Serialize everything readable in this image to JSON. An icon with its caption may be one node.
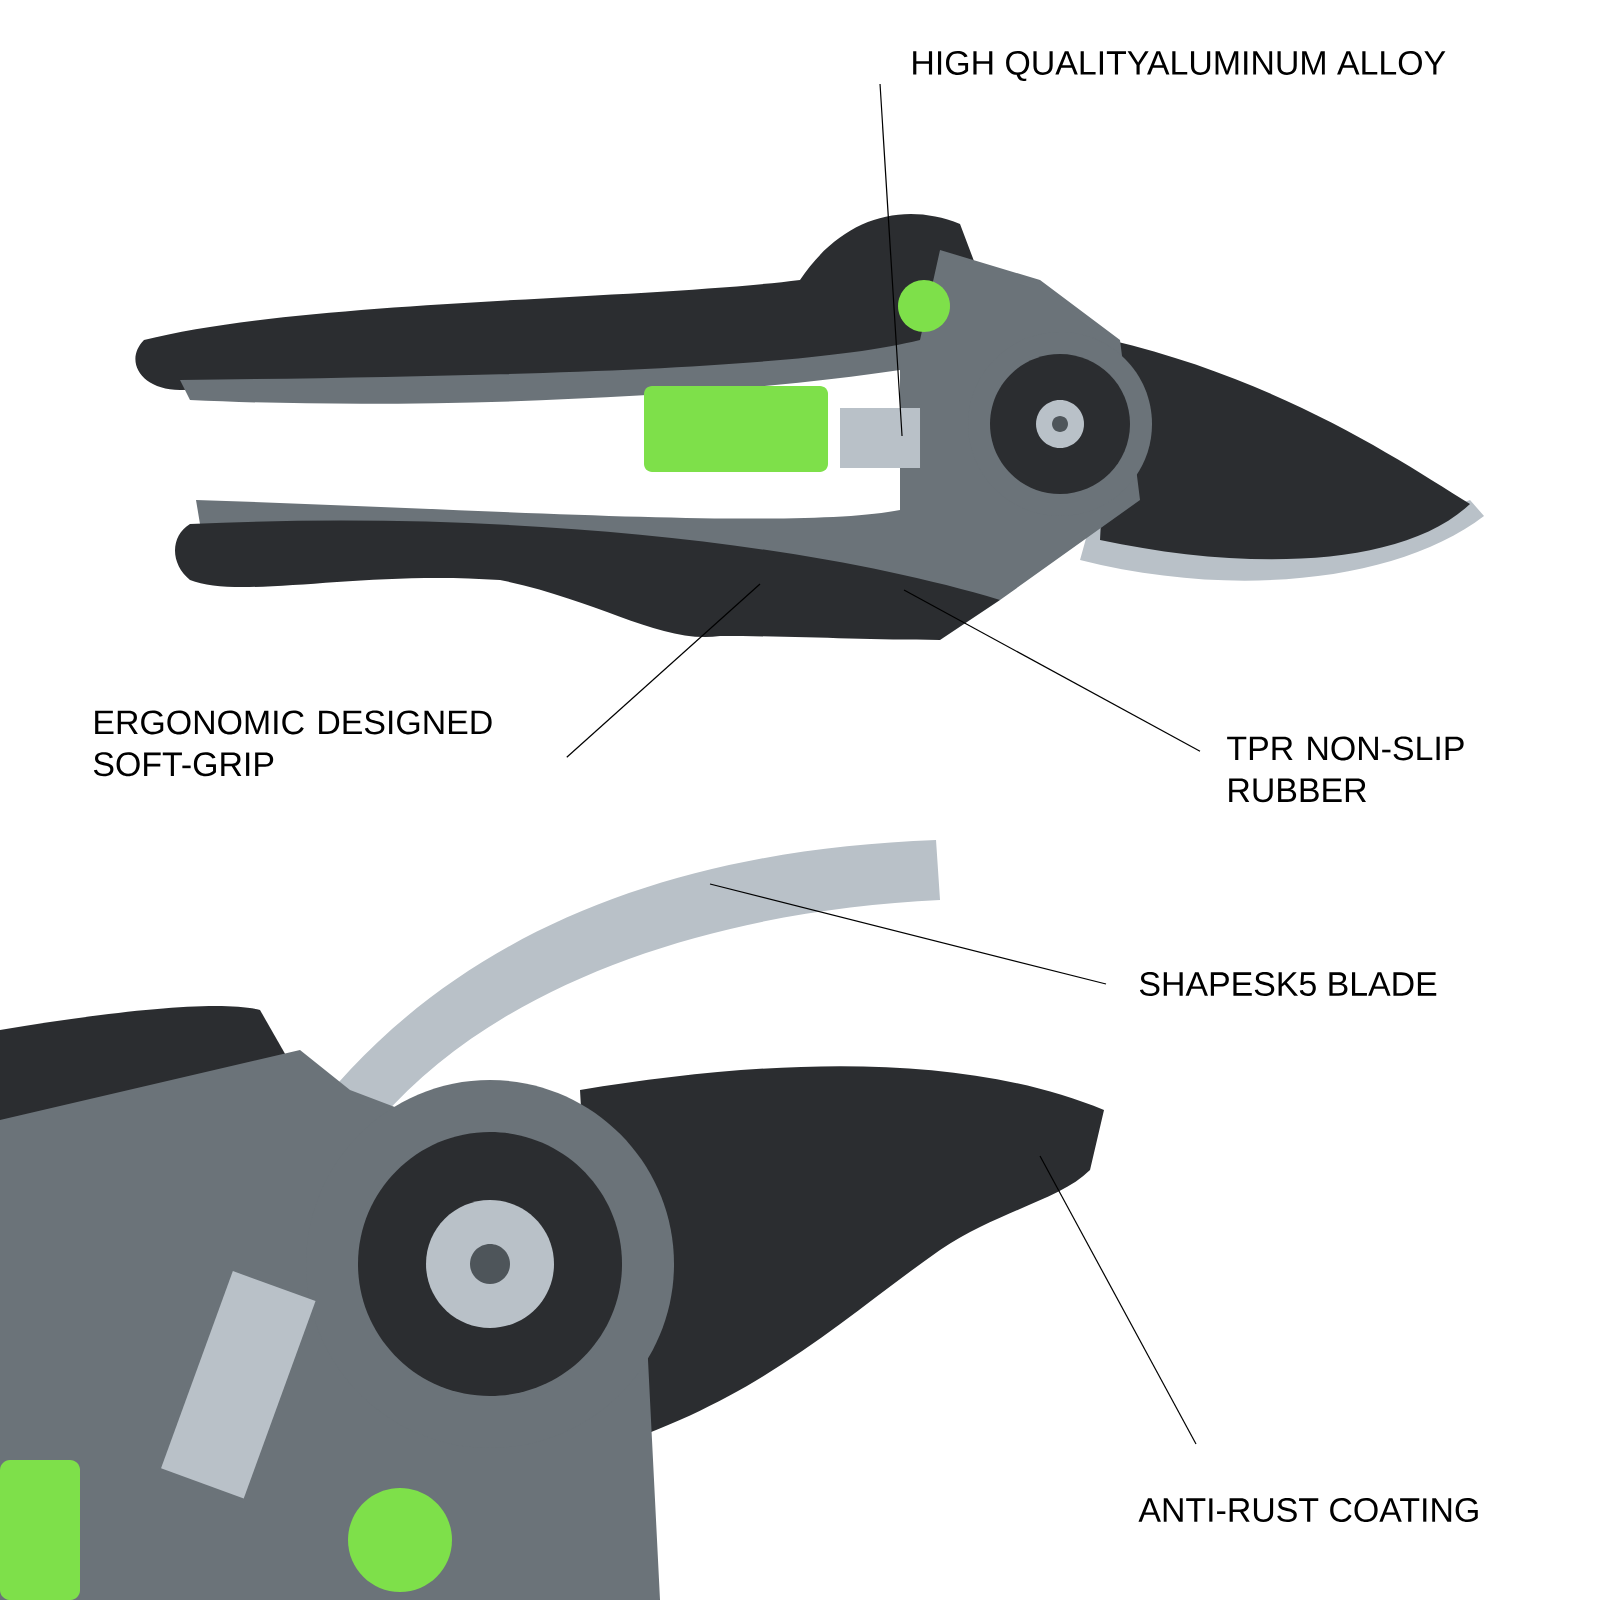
{
  "diagram": {
    "nodes": [
      {
        "text": [
          "HIGH QUALITYALUMINUM ALLOY"
        ]
      },
      {
        "text": [
          "ERGONOMIC DESIGNED SOFT-GRIP"
        ]
      },
      {
        "text": [
          "TPR NON-SLIP RUBBER"
        ]
      },
      {
        "text": [
          "SHAPESK5 BLADE"
        ]
      },
      {
        "text": [
          "ANTI-RUST COATING"
        ]
      }
    ],
    "edges": [
      {
        "from": 0,
        "to": null,
        "arrow": "none"
      },
      {
        "from": 1,
        "to": null,
        "arrow": "none"
      },
      {
        "from": 2,
        "to": null,
        "arrow": "none"
      },
      {
        "from": 3,
        "to": null,
        "arrow": "none"
      },
      {
        "from": 4,
        "to": null,
        "arrow": "none"
      }
    ]
  }
}
